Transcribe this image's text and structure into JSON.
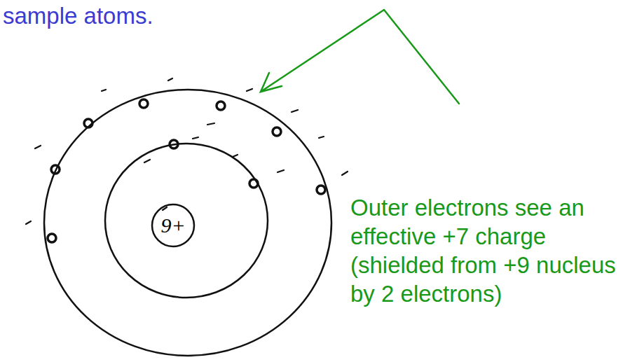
{
  "diagram": {
    "nodes": [
      {
        "text": [
          "9+"
        ]
      }
    ],
    "labels": [
      "sample atoms.",
      "Outer electrons see an effective +7 charge (shielded from +9 nucleus by 2 electrons)"
    ]
  }
}
